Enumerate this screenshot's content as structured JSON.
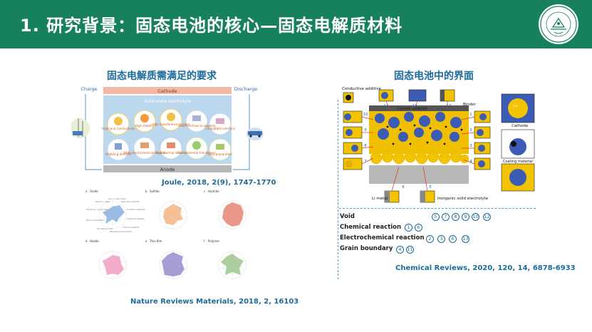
{
  "header": {
    "title": "1. 研究背景：固态电池的核心—固态电解质材料",
    "accent": "#17805e"
  },
  "left": {
    "title": "固态电解质需满足的要求",
    "fig1": {
      "charge": "Charge",
      "discharge": "Discharge",
      "cathode": "Cathode",
      "electrolyte": "Solid-state electrolyte",
      "anode": "Anode",
      "bubbles": [
        "High ionic conductivity",
        "High stability",
        "High transference number",
        "Good mechanical property",
        "Compatible interface",
        "Inhibiting dendrite",
        "Wide electrochemical window",
        "High thermal stability",
        "Environmental friendliness",
        "Easy preparation"
      ]
    },
    "citation1": "Joule, 2018, 2(9), 1747-1770",
    "fig2": {
      "panels": [
        {
          "tag": "a",
          "name": "Oxide"
        },
        {
          "tag": "b",
          "name": "Sulfide"
        },
        {
          "tag": "c",
          "name": "Hydride"
        },
        {
          "tag": "d",
          "name": "Halide"
        },
        {
          "tag": "e",
          "name": "Thin film"
        },
        {
          "tag": "f",
          "name": "Polymer"
        }
      ],
      "axes": [
        "Ionic conductivity",
        "Reduction stability",
        "Oxidation stability",
        "Chemical stability",
        "Thermal stability",
        "Mechanical properties",
        "Processing cost",
        "Device integration",
        "Electronic conductivity",
        "Electron. state"
      ]
    },
    "citation2": "Nature Reviews Materials, 2018, 2, 16103"
  },
  "right": {
    "title": "固态电池中的界面",
    "fig": {
      "conductive": "Conductive additive",
      "current_collector": "Current collector",
      "binder": "Binder",
      "cathode": "Cathode",
      "coating": "Coating material",
      "li_metal": "Li metal",
      "inorganic": "Inorganic solid electrolyte",
      "li_plus": "Li+"
    },
    "issues": [
      {
        "label": "Void",
        "nums": [
          "5",
          "7",
          "8",
          "9",
          "10",
          "12"
        ]
      },
      {
        "label": "Chemical reaction",
        "nums": [
          "1",
          "6"
        ]
      },
      {
        "label": "Electrochemical reaction",
        "nums": [
          "2",
          "3",
          "6",
          "13"
        ]
      },
      {
        "label": "Grain boundary",
        "nums": [
          "4",
          "11"
        ]
      }
    ],
    "citation": "Chemical Reviews, 2020, 120, 14, 6878-6933"
  },
  "colors": {
    "title_blue": "#1c6b9a",
    "gold": "#f2c300",
    "particle_blue": "#3b5bb5"
  }
}
